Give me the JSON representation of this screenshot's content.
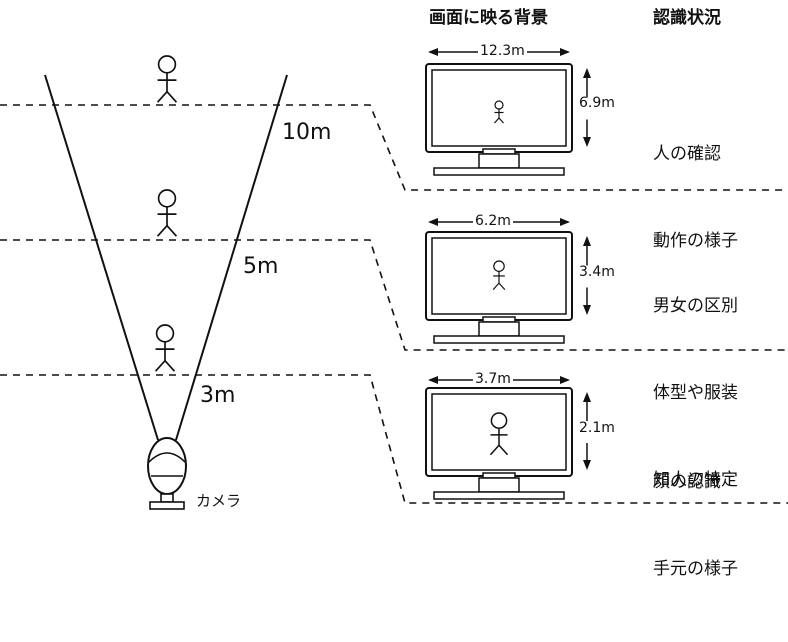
{
  "headers": {
    "screen": "画面に映る背景",
    "recognition": "認識状況"
  },
  "rows": [
    {
      "distance": "10m",
      "width": "12.3m",
      "height": "6.9m",
      "recognition": [
        "人の確認",
        "動作の様子"
      ]
    },
    {
      "distance": "5m",
      "width": "6.2m",
      "height": "3.4m",
      "recognition": [
        "男女の区別",
        "体型や服装",
        "知人の特定"
      ]
    },
    {
      "distance": "3m",
      "width": "3.7m",
      "height": "2.1m",
      "recognition": [
        "顔の認識",
        "手元の様子"
      ]
    }
  ],
  "camera_label": "カメラ",
  "line_color": "#111111"
}
